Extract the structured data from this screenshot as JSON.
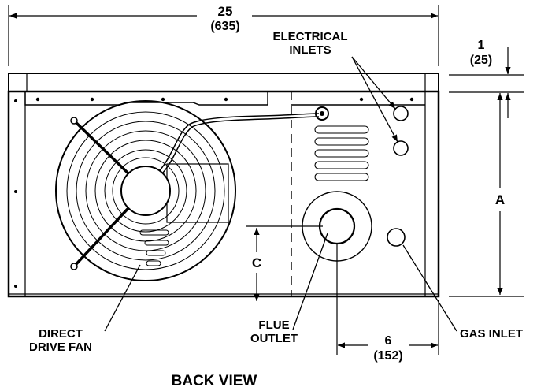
{
  "labels": {
    "overall_width": "25",
    "overall_width_mm": "(635)",
    "top_dim": "1",
    "top_dim_mm": "(25)",
    "electrical_line1": "ELECTRICAL",
    "electrical_line2": "INLETS",
    "dim_a": "A",
    "dim_c": "C",
    "flue_line1": "FLUE",
    "flue_line2": "OUTLET",
    "gas_inlet": "GAS INLET",
    "fan_line1": "DIRECT",
    "fan_line2": "DRIVE FAN",
    "offset_dim": "6",
    "offset_dim_mm": "(152)",
    "view_title": "BACK VIEW"
  }
}
